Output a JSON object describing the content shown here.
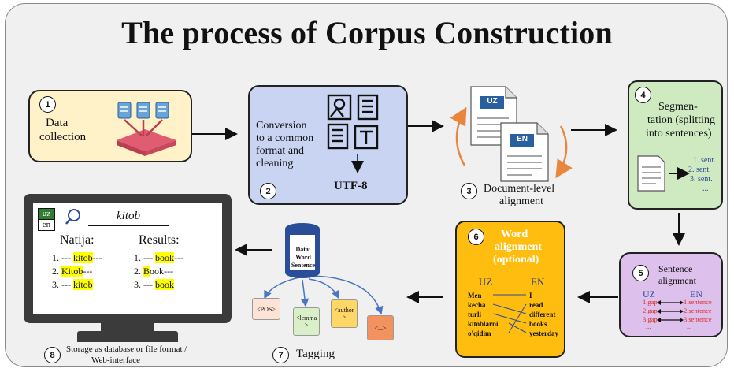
{
  "title": "The process of Corpus Construction",
  "steps": {
    "s1": {
      "num": "1",
      "line1": "Data",
      "line2": "collection"
    },
    "s2": {
      "num": "2",
      "lines": [
        "Conversion",
        "to a common",
        "format and",
        "cleaning"
      ],
      "encoding": "UTF-8"
    },
    "s3": {
      "num": "3",
      "line1": "Document-level",
      "line2": "alignment",
      "doc_uz": "UZ",
      "doc_en": "EN"
    },
    "s4": {
      "num": "4",
      "lines": [
        "Segmen-",
        "tation (splitting",
        "into sentences)"
      ],
      "sents": [
        "1. sent.",
        "2. sent.",
        "3. sent.",
        "..."
      ]
    },
    "s5": {
      "num": "5",
      "line1": "Sentence",
      "line2": "alignment",
      "uz": "UZ",
      "en": "EN",
      "left": [
        "1.gap",
        "2.gap",
        "3.gap",
        "..."
      ],
      "right": [
        "1.sentence",
        "2.sentence",
        "3.sentence",
        "..."
      ]
    },
    "s6": {
      "num": "6",
      "lines": [
        "Word",
        "alignment",
        "(optional)"
      ],
      "uz": "UZ",
      "en": "EN",
      "uz_words": [
        "Men",
        "kecha",
        "turli",
        "kitoblarni",
        "o'qidim"
      ],
      "en_words": [
        "I",
        "read",
        "different",
        "books",
        "yesterday"
      ]
    },
    "s7": {
      "num": "7",
      "label": "Tagging",
      "db_lines": [
        "Data:",
        "Word",
        "Sentence"
      ],
      "tags": {
        "pos": "<POS>",
        "lemma_a": "<lemma",
        "lemma_b": ">",
        "author_a": "<author",
        "author_b": ">",
        "dots": "<...>"
      }
    },
    "s8": {
      "num": "8",
      "line1": "Storage as database or file format /",
      "line2": "Web-interface"
    }
  },
  "screen": {
    "lang_uz": "uz",
    "lang_en": "en",
    "search_value": "kitob",
    "col_left": "Natija:",
    "col_right": "Results:",
    "left_rows": [
      [
        "1. --- ",
        "kitob",
        "---"
      ],
      [
        "2. ",
        "Kitob",
        "---"
      ],
      [
        "3. --- ",
        "kitob",
        ""
      ]
    ],
    "right_rows": [
      [
        "1. --- ",
        "book",
        "---"
      ],
      [
        "2. ",
        "B",
        "ook---"
      ],
      [
        "3. --- ",
        "book",
        ""
      ]
    ]
  },
  "colors": {
    "s1": "#fff2c8",
    "s2": "#c9d3f2",
    "s4": "#cfe9c1",
    "s5": "#ddc0ec",
    "s6": "#ffbd0f",
    "orange": "#e8863e",
    "doc_blue": "#2a5fa0",
    "highlight": "#ffff00"
  }
}
